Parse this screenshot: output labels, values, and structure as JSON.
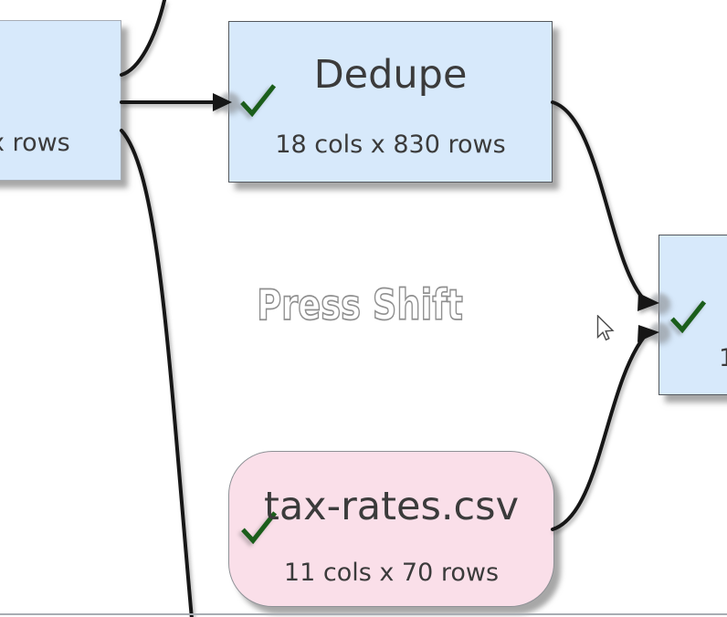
{
  "app_context": "node-based data transform flow canvas",
  "watermark": {
    "text": "Press Shift"
  },
  "nodes": {
    "left_partial": {
      "kind": "transform",
      "subtitle_visible": "x rows",
      "status_icon": "checkmark-icon (off-screen)"
    },
    "dedupe": {
      "kind": "transform",
      "title": "Dedupe",
      "subtitle": "18 cols x 830 rows",
      "status_icon": "checkmark-icon"
    },
    "tax_rates": {
      "kind": "input-file",
      "title": "tax-rates.csv",
      "subtitle": "11 cols x 70 rows",
      "status_icon": "checkmark-icon"
    },
    "right_partial": {
      "kind": "transform",
      "subtitle_visible": "1",
      "status_icon": "checkmark-icon"
    }
  },
  "connectors": [
    {
      "from": "left_partial",
      "to": "offscreen-top",
      "arrow": false
    },
    {
      "from": "left_partial",
      "to": "dedupe",
      "arrow": true
    },
    {
      "from": "left_partial",
      "to": "offscreen-bottom",
      "arrow": false
    },
    {
      "from": "dedupe",
      "to": "right_partial",
      "arrow": true
    },
    {
      "from": "tax_rates",
      "to": "right_partial",
      "arrow": true
    }
  ],
  "cursor": {
    "icon": "arrow-pointer-icon"
  },
  "colors": {
    "node-blue": "#d7e9fb",
    "node-pink": "#fadfe9",
    "check-green": "#1b5e1b",
    "line-color": "#161616",
    "text-dark": "#3b3b3b",
    "border-dark": "#54585d",
    "border-light": "#a7adb5",
    "border-pink": "#8e9196",
    "outline-gray": "#8f8f8f",
    "edge-gray": "#a8adb3",
    "socket-gray": "#9aa0a6"
  }
}
